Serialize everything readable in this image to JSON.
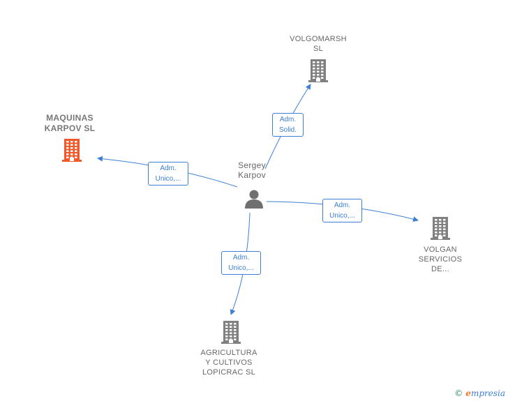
{
  "nodes": {
    "person": {
      "label": "Sergey\nKarpov"
    },
    "maquinas": {
      "label": "MAQUINAS\nKARPOV  SL",
      "color": "#f05a2a"
    },
    "volgomarsh": {
      "label": "VOLGOMARSH\nSL",
      "color": "#808080"
    },
    "volgan": {
      "label": "VOLGAN\nSERVICIOS\nDE...",
      "color": "#808080"
    },
    "agricultura": {
      "label": "AGRICULTURA\nY CULTIVOS\nLOPICRAC  SL",
      "color": "#808080"
    }
  },
  "edges": {
    "to_maquinas": {
      "label": "Adm.\nUnico,..."
    },
    "to_volgomarsh": {
      "label": "Adm.\nSolid."
    },
    "to_volgan": {
      "label": "Adm.\nUnico,..."
    },
    "to_agricultura": {
      "label": "Adm.\nUnico,..."
    }
  },
  "colors": {
    "edge": "#3d7fd4",
    "person": "#707070"
  },
  "brand": {
    "symbol": "©",
    "initial": "e",
    "rest": "mpresia"
  }
}
